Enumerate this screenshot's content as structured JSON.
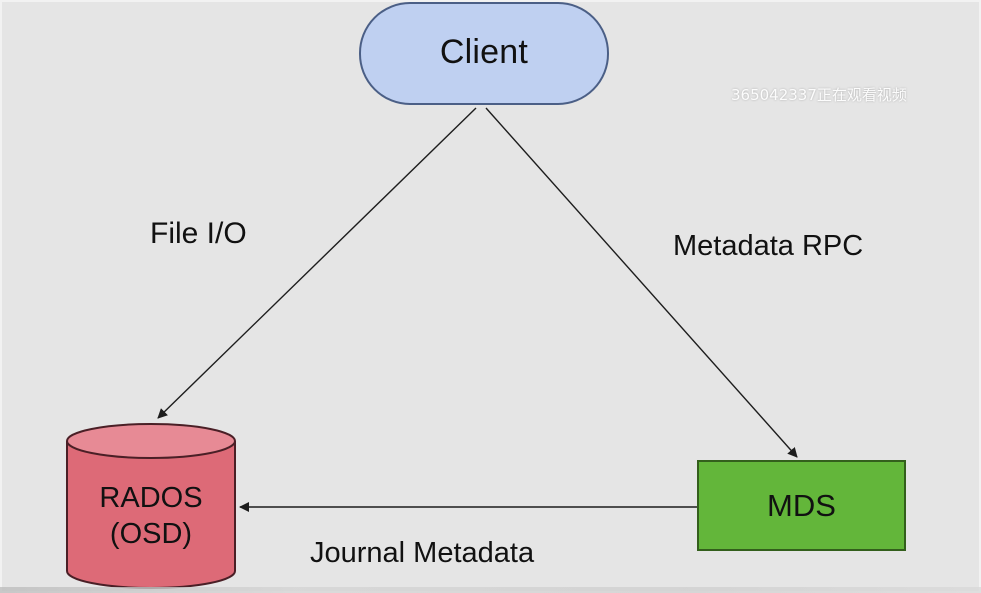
{
  "diagram": {
    "nodes": {
      "client": {
        "label": "Client"
      },
      "mds": {
        "label": "MDS"
      },
      "rados": {
        "line1": "RADOS",
        "line2": "(OSD)"
      }
    },
    "edges": {
      "file_io": "File I/O",
      "metadata_rpc": "Metadata RPC",
      "journal_metadata": "Journal Metadata"
    }
  },
  "overlay": {
    "watermark": "365042337正在观看视频"
  },
  "colors": {
    "background": "#e5e5e5",
    "client_fill": "#bfd0f1",
    "client_stroke": "#4b5f86",
    "mds_fill": "#63b63a",
    "mds_stroke": "#335f1c",
    "rados_fill": "#dd6a77",
    "rados_stroke": "#4a1f26",
    "line": "#1d1d1d"
  }
}
